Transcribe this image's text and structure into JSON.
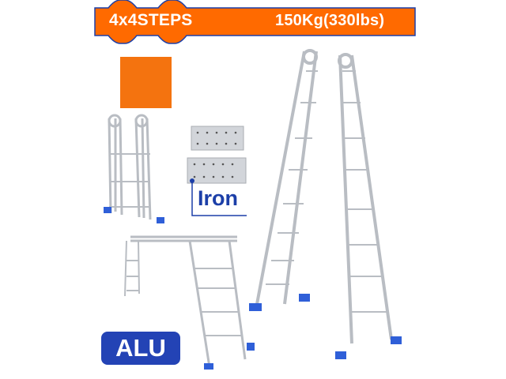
{
  "banner": {
    "steps_label": "4x4STEPS",
    "capacity_label": "150Kg(330lbs)"
  },
  "material_callouts": {
    "platform_material": "Iron",
    "ladder_material": "ALU"
  },
  "colors": {
    "banner_orange": "#ff6a00",
    "swatch_orange": "#f4730f",
    "accent_blue": "#2343b5",
    "ladder_silver": "#c9ccd1"
  }
}
